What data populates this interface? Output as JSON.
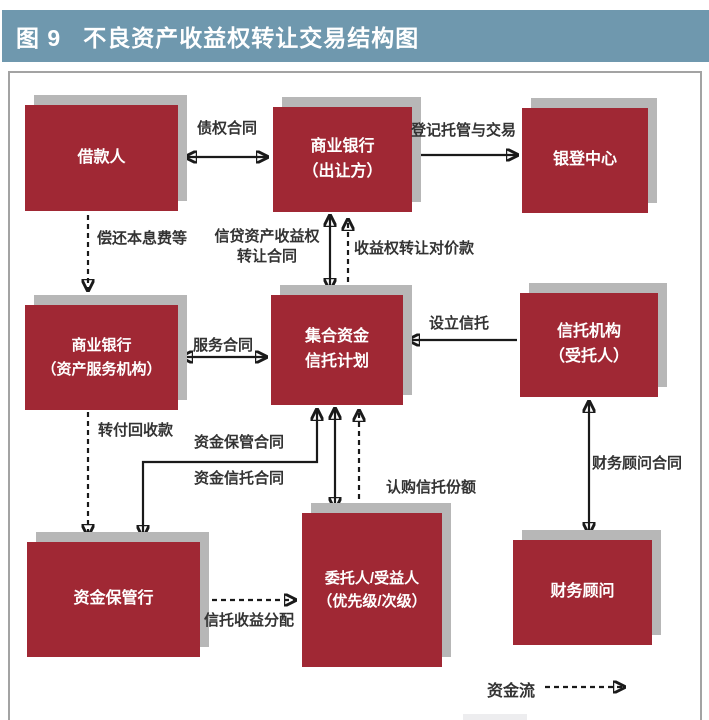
{
  "header": {
    "figure_label": "图 9",
    "title": "不良资产收益权转让交易结构图"
  },
  "colors": {
    "header_bg": "#6f98ae",
    "box_fill": "#a02834",
    "box_shadow": "#b7b7b7",
    "arrow": "#1a1a1a",
    "frame_border": "#a3a3a3",
    "label_text": "#333333"
  },
  "nodes": {
    "borrower": {
      "line1": "借款人"
    },
    "bank_seller": {
      "line1": "商业银行",
      "line2": "（出让方）"
    },
    "yindeng_center": {
      "line1": "银登中心"
    },
    "bank_servicer": {
      "line1": "商业银行",
      "line2": "（资产服务机构）"
    },
    "trust_plan": {
      "line1": "集合资金",
      "line2": "信托计划"
    },
    "trustee": {
      "line1": "信托机构",
      "line2": "（受托人）"
    },
    "custodian_bank": {
      "line1": "资金保管行"
    },
    "beneficiary": {
      "line1": "委托人/受益人",
      "line2": "（优先级/次级）"
    },
    "financial_advisor": {
      "line1": "财务顾问"
    }
  },
  "edges": {
    "debt_contract": "债权合同",
    "registration_custody_trading": "登记托管与交易",
    "repay_principal_interest": "偿还本息费等",
    "income_right_transfer_line1": "信贷资产收益权",
    "income_right_transfer_line2": "转让合同",
    "transfer_consideration": "收益权转让对价款",
    "service_contract": "服务合同",
    "establish_trust": "设立信托",
    "forward_collections": "转付回收款",
    "fund_custody_contract": "资金保管合同",
    "fund_trust_contract": "资金信托合同",
    "subscribe_trust_shares": "认购信托份额",
    "financial_advisor_contract": "财务顾问合同",
    "trust_income_distribution": "信托收益分配"
  },
  "legend": {
    "fund_flow": "资金流"
  }
}
